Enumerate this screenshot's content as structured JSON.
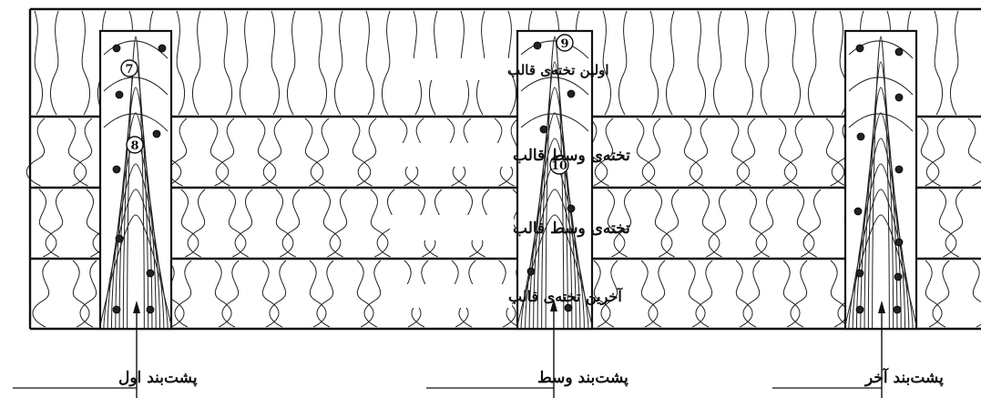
{
  "boards": [
    {
      "label": "اولین تخته‌ی قالب"
    },
    {
      "label": "تخته‌ی وسط قالب"
    },
    {
      "label": "تخته‌ی وسط قالب"
    },
    {
      "label": "آخرین تخته‌ی قالب"
    }
  ],
  "cleats": [
    {
      "label": "پشت‌بند اول"
    },
    {
      "label": "پشت‌بند وسط"
    },
    {
      "label": "پشت‌بند آخر"
    }
  ],
  "nail_numbers": [
    "7",
    "8",
    "9",
    "10"
  ]
}
